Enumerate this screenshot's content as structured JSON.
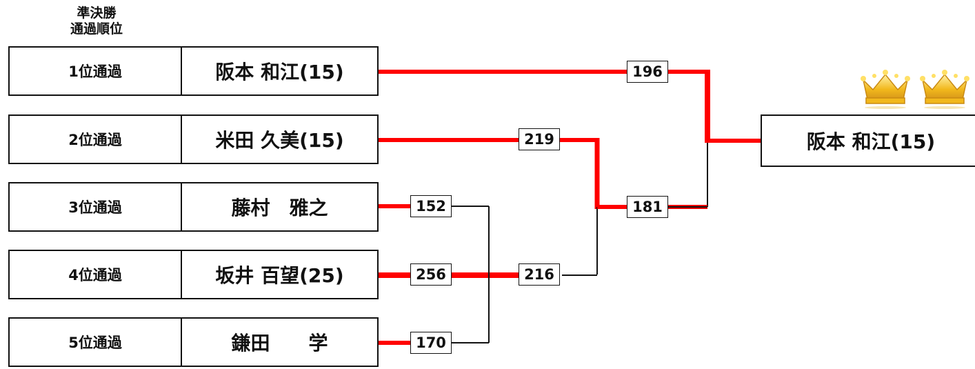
{
  "header": {
    "line1": "準決勝",
    "line2": "通過順位"
  },
  "entries": [
    {
      "seed": "1位通過",
      "name": "阪本 和江(15)"
    },
    {
      "seed": "2位通過",
      "name": "米田 久美(15)"
    },
    {
      "seed": "3位通過",
      "name": "藤村　雅之"
    },
    {
      "seed": "4位通過",
      "name": "坂井 百望(25)"
    },
    {
      "seed": "5位通過",
      "name": "鎌田　　学"
    }
  ],
  "scores": {
    "r1_p3": "152",
    "r1_p4": "256",
    "r1_p5": "170",
    "r2_p2": "219",
    "r2_p4": "216",
    "r3_p2": "181",
    "final_p1": "196"
  },
  "winner": "阪本 和江(15)",
  "colors": {
    "win_line": "#ff0000",
    "lose_line": "#111111",
    "crown": "#f2b81c"
  },
  "icons": [
    "crown-icon",
    "crown-icon"
  ]
}
